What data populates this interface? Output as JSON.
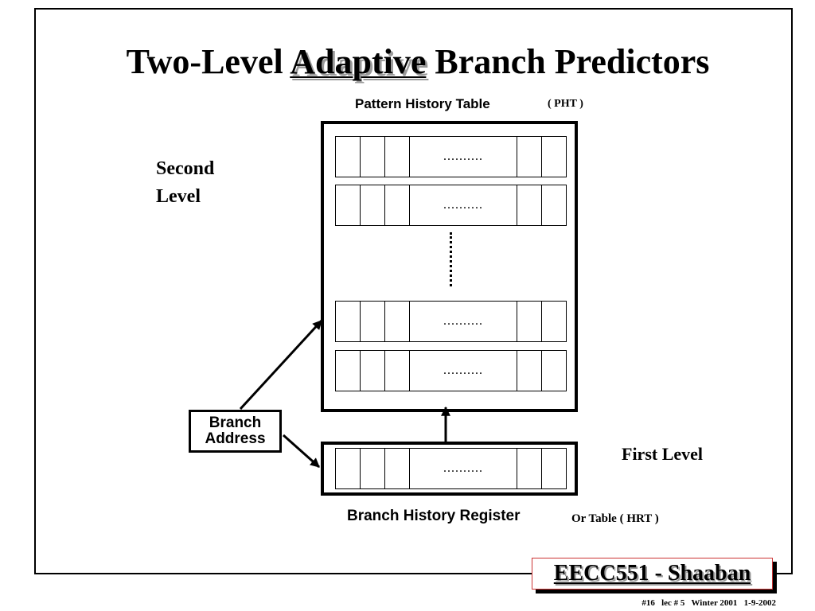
{
  "title": {
    "before": "Two-Level ",
    "emph": "Adaptive",
    "after": " Branch Predictors"
  },
  "labels": {
    "pht_name": "Pattern History Table",
    "pht_abbrev": "( PHT )",
    "second_level_1": "Second",
    "second_level_2": "Level",
    "first_level": "First Level",
    "branch_address_1": "Branch",
    "branch_address_2": "Address",
    "bhr_name": "Branch History Register",
    "bhr_alt": "Or Table ( HRT )"
  },
  "cell_ellipsis": "..........",
  "footer": {
    "course": "EECC551 - Shaaban",
    "slide_info": "#16   lec # 5   Winter 2001   1-9-2002"
  }
}
